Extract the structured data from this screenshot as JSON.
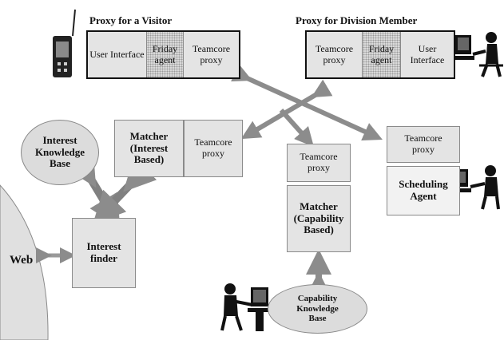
{
  "visitor_proxy": {
    "title": "Proxy for a Visitor",
    "cells": [
      "User\nInterface",
      "Friday\nagent",
      "Teamcore\nproxy"
    ]
  },
  "member_proxy": {
    "title": "Proxy for Division Member",
    "cells": [
      "Teamcore\nproxy",
      "Friday\nagent",
      "User\nInterface"
    ]
  },
  "interest_matcher": {
    "matcher_label": "Matcher\n(Interest\nBased)",
    "proxy_label": "Teamcore\nproxy"
  },
  "capability_matcher": {
    "proxy_label": "Teamcore\nproxy",
    "matcher_label": "Matcher\n(Capability\nBased)"
  },
  "scheduler": {
    "proxy_label": "Teamcore\nproxy",
    "agent_label": "Scheduling\nAgent"
  },
  "interest_kb": "Interest\nKnowledge\nBase",
  "interest_finder": "Interest\nfinder",
  "capability_kb": "Capability\nKnowledge\nBase",
  "web": "Web",
  "icons": [
    "handheld-device-icon",
    "person-at-computer-icon",
    "arrow-icon"
  ],
  "colors": {
    "box_fill": "#e4e4e4",
    "arrow": "#8c8c8c",
    "border": "#111111"
  }
}
